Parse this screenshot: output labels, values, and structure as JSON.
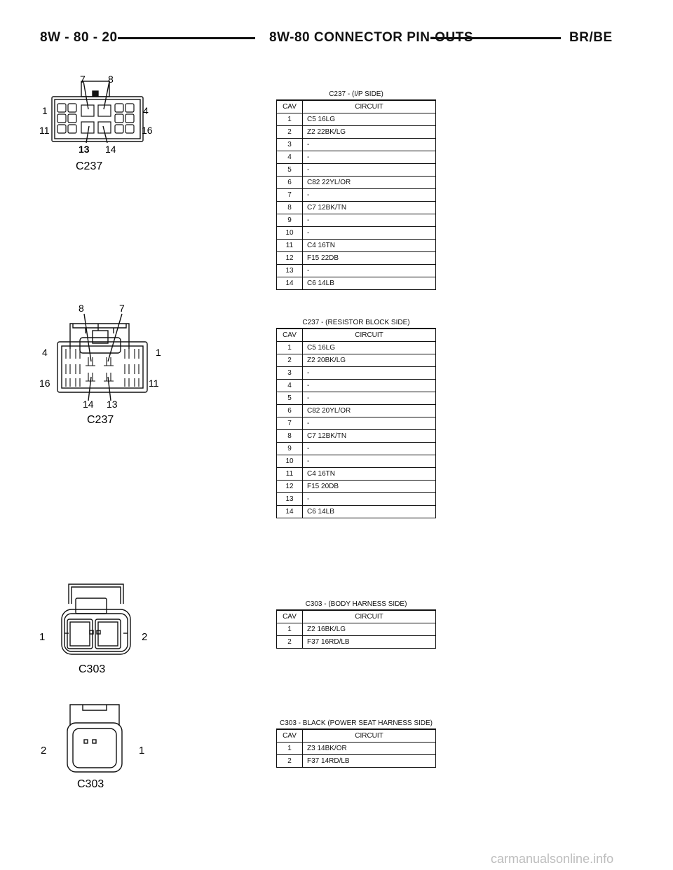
{
  "header": {
    "left": "8W - 80 - 20",
    "center": "8W-80 CONNECTOR PIN-OUTS",
    "right": "BR/BE"
  },
  "columns": {
    "cav": "CAV",
    "circuit": "CIRCUIT"
  },
  "connectors": [
    {
      "title": "C237 - (I/P SIDE)",
      "drawing_label": "C237",
      "pin_labels": [
        "7",
        "8",
        "1",
        "4",
        "11",
        "16",
        "13",
        "14"
      ],
      "rows": [
        {
          "cav": "1",
          "circuit": "C5 16LG"
        },
        {
          "cav": "2",
          "circuit": "Z2 22BK/LG"
        },
        {
          "cav": "3",
          "circuit": "-"
        },
        {
          "cav": "4",
          "circuit": "-"
        },
        {
          "cav": "5",
          "circuit": "-"
        },
        {
          "cav": "6",
          "circuit": "C82 22YL/OR"
        },
        {
          "cav": "7",
          "circuit": "-"
        },
        {
          "cav": "8",
          "circuit": "C7 12BK/TN"
        },
        {
          "cav": "9",
          "circuit": "-"
        },
        {
          "cav": "10",
          "circuit": "-"
        },
        {
          "cav": "11",
          "circuit": "C4 16TN"
        },
        {
          "cav": "12",
          "circuit": "F15 22DB"
        },
        {
          "cav": "13",
          "circuit": "-"
        },
        {
          "cav": "14",
          "circuit": "C6 14LB"
        }
      ]
    },
    {
      "title": "C237 - (RESISTOR BLOCK SIDE)",
      "drawing_label": "C237",
      "pin_labels": [
        "8",
        "7",
        "4",
        "1",
        "16",
        "11",
        "14",
        "13"
      ],
      "rows": [
        {
          "cav": "1",
          "circuit": "C5 16LG"
        },
        {
          "cav": "2",
          "circuit": "Z2 20BK/LG"
        },
        {
          "cav": "3",
          "circuit": "-"
        },
        {
          "cav": "4",
          "circuit": "-"
        },
        {
          "cav": "5",
          "circuit": "-"
        },
        {
          "cav": "6",
          "circuit": "C82 20YL/OR"
        },
        {
          "cav": "7",
          "circuit": "-"
        },
        {
          "cav": "8",
          "circuit": "C7 12BK/TN"
        },
        {
          "cav": "9",
          "circuit": "-"
        },
        {
          "cav": "10",
          "circuit": "-"
        },
        {
          "cav": "11",
          "circuit": "C4 16TN"
        },
        {
          "cav": "12",
          "circuit": "F15 20DB"
        },
        {
          "cav": "13",
          "circuit": "-"
        },
        {
          "cav": "14",
          "circuit": "C6 14LB"
        }
      ]
    },
    {
      "title": "C303 - (BODY HARNESS SIDE)",
      "drawing_label": "C303",
      "pin_labels": [
        "1",
        "2"
      ],
      "rows": [
        {
          "cav": "1",
          "circuit": "Z2 16BK/LG"
        },
        {
          "cav": "2",
          "circuit": "F37 16RD/LB"
        }
      ]
    },
    {
      "title": "C303 - BLACK (POWER SEAT HARNESS SIDE)",
      "drawing_label": "C303",
      "pin_labels": [
        "2",
        "1"
      ],
      "rows": [
        {
          "cav": "1",
          "circuit": "Z3 14BK/OR"
        },
        {
          "cav": "2",
          "circuit": "F37 14RD/LB"
        }
      ]
    }
  ],
  "watermark": "carmanualsonline.info"
}
